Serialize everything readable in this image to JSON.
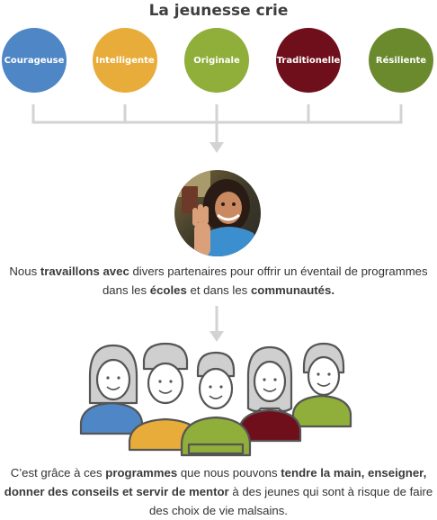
{
  "title": "La jeunesse crie",
  "traits": [
    {
      "label": "Courageuse",
      "color": "#4f86c6"
    },
    {
      "label": "Intelligente",
      "color": "#e8ac3a"
    },
    {
      "label": "Originale",
      "color": "#8fae3a"
    },
    {
      "label": "Traditionelle",
      "color": "#6f0f1b"
    },
    {
      "label": "Résiliente",
      "color": "#6b8a2e"
    }
  ],
  "photo_icon": "smiling-girl-waving-photo",
  "para1": {
    "t1": "Nous ",
    "b1": "travaillons avec",
    "t2": " divers partenaires pour offrir un éventail de programmes dans les ",
    "b2": "écoles",
    "t3": " et dans les ",
    "b3": "communautés."
  },
  "people_icon": "group-of-people-icon",
  "para2": {
    "t1": "C’est grâce à ces ",
    "b1": "programmes",
    "t2": " que nous pouvons ",
    "b2": "tendre la main, enseigner, donner des conseils et servir de mentor",
    "t3": " à des jeunes qui sont à risque de faire des choix de vie malsains."
  }
}
